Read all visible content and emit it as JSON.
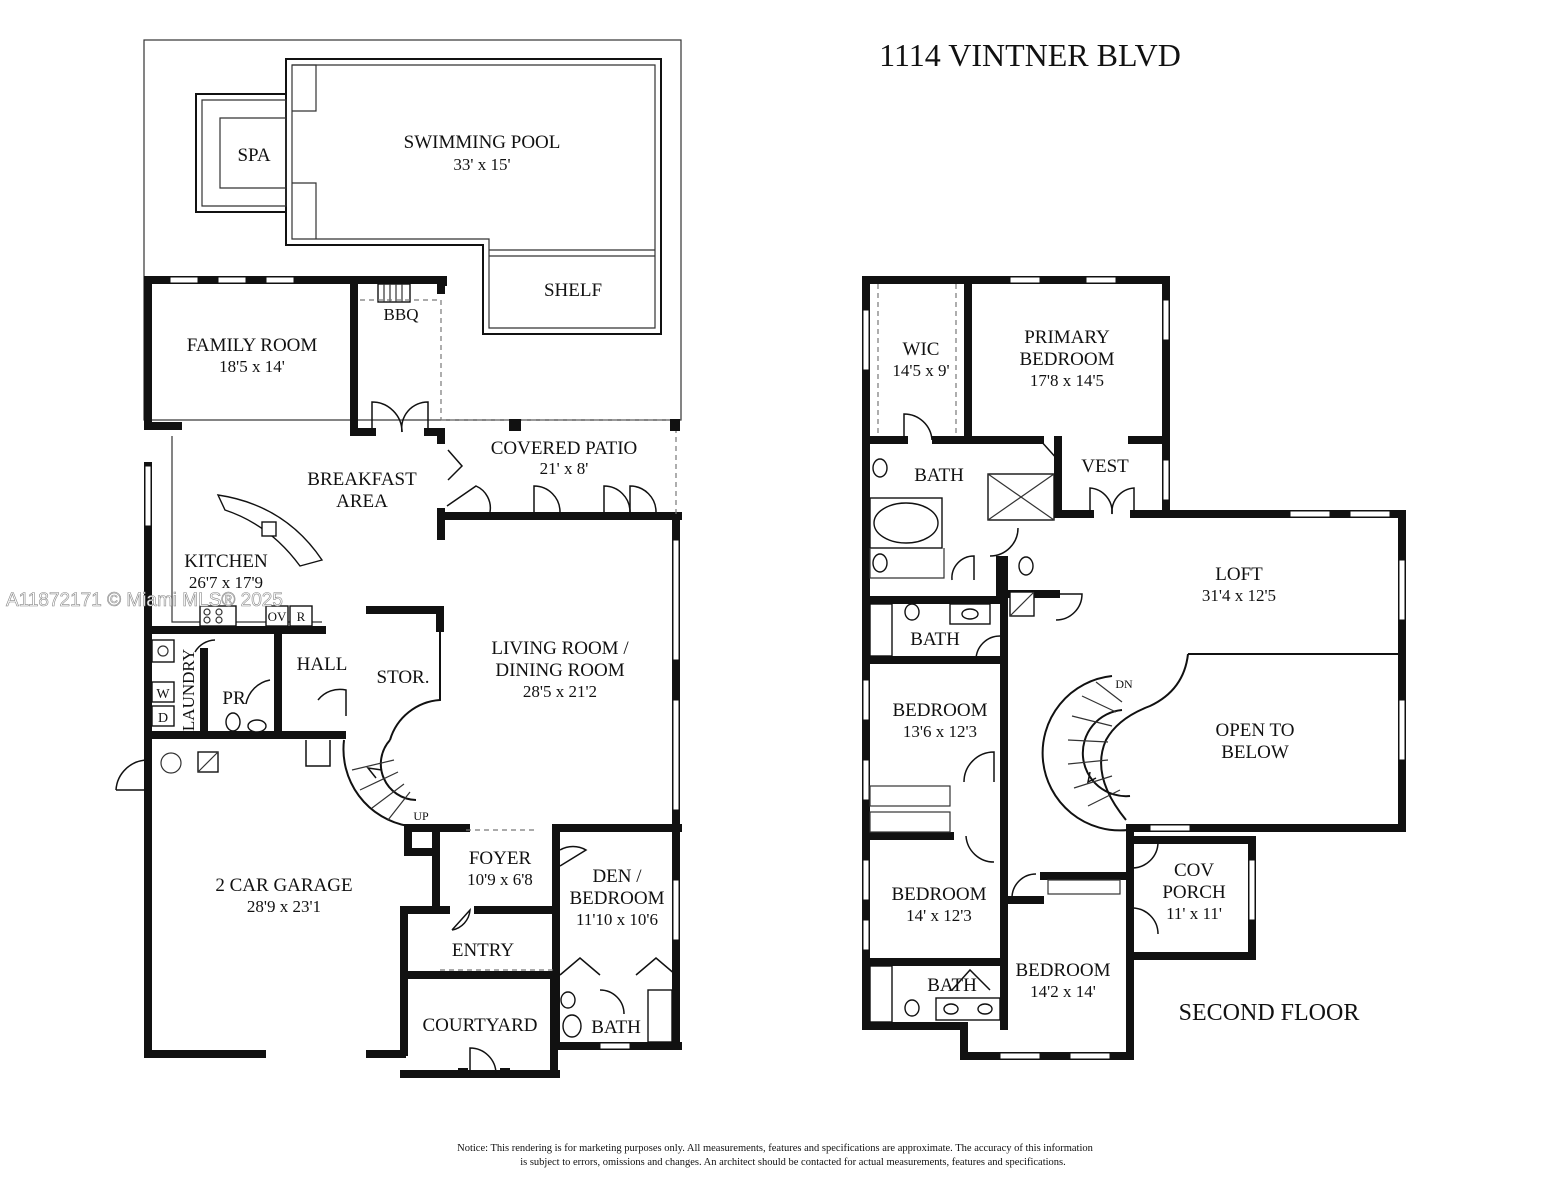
{
  "title": "1114 VINTNER BLVD",
  "watermark": "A11872171 © Miami MLS® 2025",
  "first_floor": {
    "swimming_pool": {
      "name": "SWIMMING POOL",
      "dim": "33' x 15'"
    },
    "spa": {
      "name": "SPA"
    },
    "shelf": {
      "name": "SHELF"
    },
    "bbq": {
      "name": "BBQ"
    },
    "family_room": {
      "name": "FAMILY ROOM",
      "dim": "18'5 x 14'"
    },
    "covered_patio": {
      "name": "COVERED PATIO",
      "dim": "21' x 8'"
    },
    "breakfast_area": {
      "line1": "BREAKFAST",
      "line2": "AREA"
    },
    "kitchen": {
      "name": "KITCHEN",
      "dim": "26'7 x 17'9"
    },
    "ov": "OV",
    "r": "R",
    "laundry": "LAUNDRY",
    "washer": "W",
    "dryer": "D",
    "pr": "PR",
    "hall": "HALL",
    "storage": "STOR.",
    "living_dining": {
      "line1": "LIVING ROOM /",
      "line2": "DINING ROOM",
      "dim": "28'5 x 21'2"
    },
    "up": "UP",
    "garage": {
      "name": "2 CAR GARAGE",
      "dim": "28'9 x 23'1"
    },
    "foyer": {
      "name": "FOYER",
      "dim": "10'9 x 6'8"
    },
    "den": {
      "line1": "DEN /",
      "line2": "BEDROOM",
      "dim": "11'10 x 10'6"
    },
    "entry": "ENTRY",
    "courtyard": "COURTYARD",
    "bath": "BATH"
  },
  "second_floor": {
    "label": "SECOND FLOOR",
    "wic": {
      "name": "WIC",
      "dim": "14'5 x 9'"
    },
    "primary_bedroom": {
      "line1": "PRIMARY",
      "line2": "BEDROOM",
      "dim": "17'8 x 14'5"
    },
    "primary_bath": "BATH",
    "vest": "VEST",
    "loft": {
      "name": "LOFT",
      "dim": "31'4 x 12'5"
    },
    "bath2": "BATH",
    "bedroom_a": {
      "name": "BEDROOM",
      "dim": "13'6 x 12'3"
    },
    "open_to_below": {
      "line1": "OPEN TO",
      "line2": "BELOW"
    },
    "dn": "DN",
    "bedroom_b": {
      "name": "BEDROOM",
      "dim": "14' x 12'3"
    },
    "cov_porch": {
      "line1": "COV",
      "line2": "PORCH",
      "dim": "11' x 11'"
    },
    "bath3": "BATH",
    "bedroom_c": {
      "name": "BEDROOM",
      "dim": "14'2 x 14'"
    }
  },
  "notice": {
    "line1": "Notice: This rendering is for marketing purposes only. All measurements, features and specifications are approximate. The accuracy of this information",
    "line2": "is subject to errors, omissions and changes. An architect should be contacted for actual measurements, features and specifications."
  }
}
